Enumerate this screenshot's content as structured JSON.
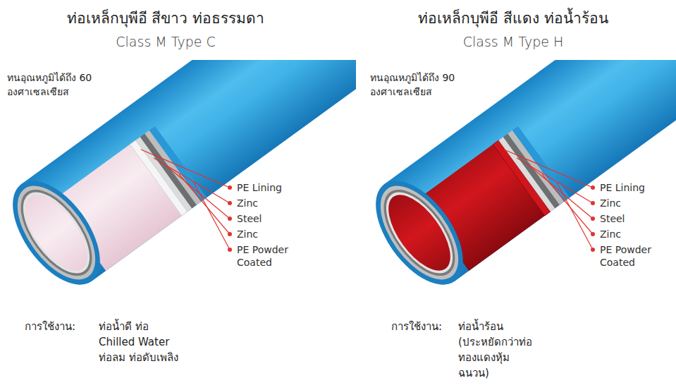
{
  "diagram": {
    "labels": [
      "ท่อเหล็กบุพีอี สีขาว ท่อธรรมดา",
      "Class M Type C",
      "ทนอุณหภูมิได้ถึง 60 องศาเซลเซียส",
      "PE Lining",
      "Zinc",
      "Steel",
      "Zinc",
      "PE Powder Coated",
      "การใช้งาน:",
      "ท่อน้ำดี ท่อ Chilled Water ท่อลม ท่อดับเพลิง",
      "ท่อเหล็กบุพีอี สีแดง ท่อน้ำร้อน",
      "Class M Type H",
      "ทนอุณหภูมิได้ถึง 90 องศาเซลเซียส",
      "PE Lining",
      "Zinc",
      "Steel",
      "Zinc",
      "PE Powder Coated",
      "การใช้งาน:",
      "ท่อน้ำร้อน (ประหยัดกว่าท่อ ทองแดงหุ้ม ฉนวน)"
    ]
  }
}
